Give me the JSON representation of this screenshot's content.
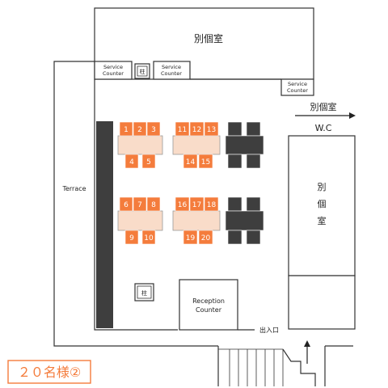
{
  "rooms": {
    "top_private_room": "別個室",
    "right_private_room": [
      "別",
      "個",
      "室"
    ],
    "arrow_private_room": "別個室",
    "wc": "W.C"
  },
  "labels": {
    "terrace": "Terrace",
    "service_counter_left": [
      "Service",
      "Counter"
    ],
    "service_counter_mid": [
      "Service",
      "Counter"
    ],
    "service_counter_right": [
      "Service",
      "Counter"
    ],
    "pillar_top": "柱",
    "pillar_bottom": "柱",
    "reception_counter": [
      "Reception",
      "Counter"
    ],
    "entrance": "出入口",
    "capacity_badge": "２０名様②"
  },
  "colors": {
    "seat": "#f47c3c",
    "table": "#f9dcc9",
    "dark_furniture": "#3e3e3e",
    "badge": "#f47c3c"
  },
  "seats": {
    "s1": "1",
    "s2": "2",
    "s3": "3",
    "s4": "4",
    "s5": "5",
    "s6": "6",
    "s7": "7",
    "s8": "8",
    "s9": "9",
    "s10": "10",
    "s11": "11",
    "s12": "12",
    "s13": "13",
    "s14": "14",
    "s15": "15",
    "s16": "16",
    "s17": "17",
    "s18": "18",
    "s19": "19",
    "s20": "20"
  }
}
